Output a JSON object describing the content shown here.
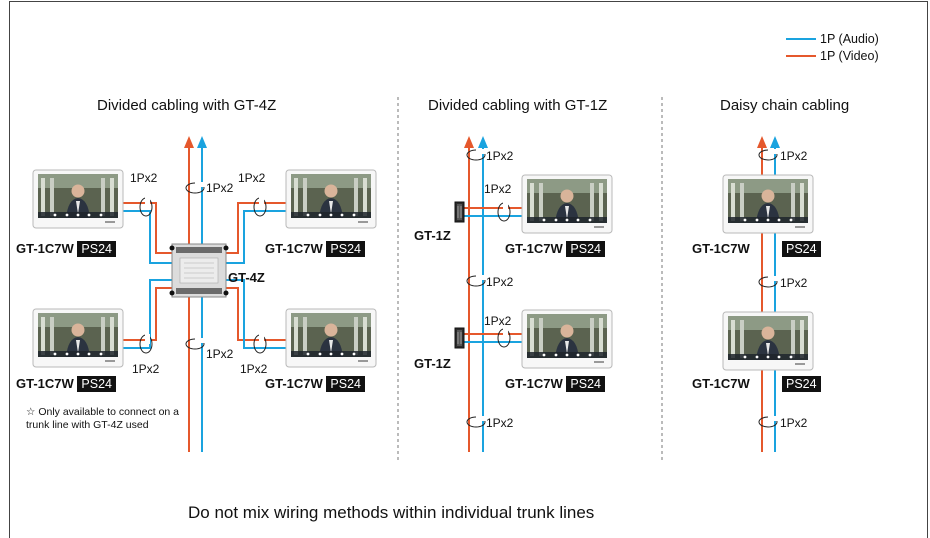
{
  "colors": {
    "audio": "#1aa3df",
    "video": "#e5582c",
    "frame": "#444444",
    "divider": "#777777"
  },
  "legend": [
    {
      "label": "1P (Audio)",
      "color": "#1aa3df"
    },
    {
      "label": "1P (Video)",
      "color": "#e5582c"
    }
  ],
  "sections": {
    "gt4z": {
      "title": "Divided cabling with GT-4Z",
      "hub_label": "GT-4Z"
    },
    "gt1z": {
      "title": "Divided cabling with GT-1Z",
      "adapter_label": "GT-1Z"
    },
    "daisy": {
      "title": "Daisy chain cabling"
    }
  },
  "monitor": {
    "model": "GT-1C7W",
    "power": "PS24"
  },
  "cable_label": "1Px2",
  "note": "☆ Only available to connect on a trunk line with GT-4Z used",
  "footer": "Do not mix wiring methods within individual trunk lines"
}
